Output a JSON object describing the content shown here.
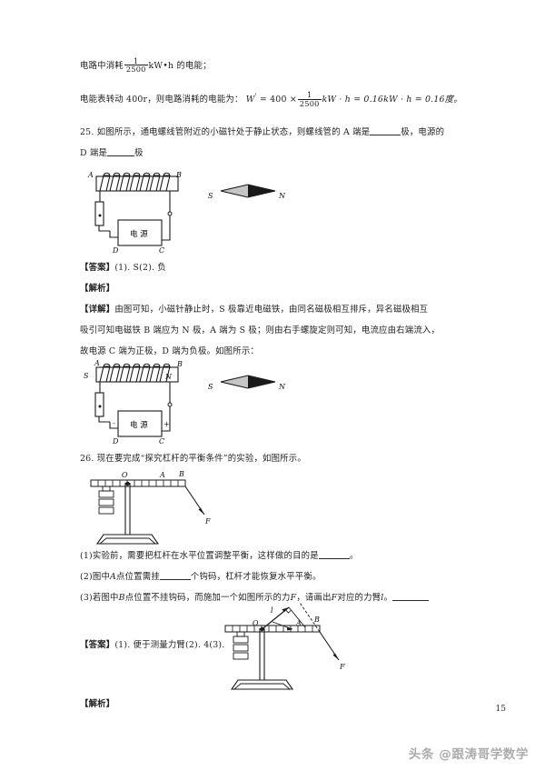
{
  "document": {
    "page_number": "15",
    "watermark": "头条 @跟涛哥学数学"
  },
  "content": {
    "line_energy_prefix": "电路中消耗",
    "frac1_num": "1",
    "frac1_den": "2500",
    "line_energy_suffix": "kW•h 的电能；",
    "line_meter_prefix": "电能表转动 400r，则电路消耗的电能为：",
    "formula_w": "W",
    "formula_prime": "'",
    "formula_eq1": "= 400 ×",
    "frac2_num": "1",
    "frac2_den": "2500",
    "formula_tail": "kW · h = 0.16kW · h = 0.16度。",
    "q25_part1": "25. 如图所示，通电螺线管附近的小磁针处于静止状态，则螺线管的 A 端是",
    "q25_part2": "极，电源的",
    "q25_part3": "D 端是",
    "q25_part4": "极",
    "answer25_label": "【答案】",
    "answer25_text": "(1). S(2). 负",
    "analysis_label": "【解析】",
    "detail_label": "【详解】",
    "detail_l1": "由图可知，小磁针静止时，S 极靠近电磁铁，由同名磁极相互排斥，异名磁极相互",
    "detail_l2": "吸引可知电磁铁 B 端应为 N 极，A 端为 S 极；则由右手螺旋定则可知，电流应由右端流入，",
    "detail_l3": "故电源 C 端为正极，D 端为负极。如图所示：",
    "q26": "26. 现在要完成“探究杠杆的平衡条件”的实验，如图所示。",
    "q26_1_a": "(1)实验前，需要把杠杆在水平位置调整平衡，这样做的目的是",
    "q26_1_b": "。",
    "q26_2_a": "(2)图中",
    "q26_2_ital": "A",
    "q26_2_b": "点位置需挂",
    "q26_2_c": "个钩码，杠杆才能恢复水平平衡。",
    "q26_3_a": "(3)若图中",
    "q26_3_ital_b": "B",
    "q26_3_b": "点位置不挂钩码，而施加一个如图所示的力",
    "q26_3_ital_f": "F",
    "q26_3_c": "，请画出",
    "q26_3_ital_f2": "F",
    "q26_3_d": "对应的力臂",
    "q26_3_ital_l": "l",
    "q26_3_e": "。",
    "answer26_label": "【答案】",
    "answer26_text": "(1). 便于测量力臂(2). 4(3).",
    "analysis26_label": "【解析】"
  },
  "figures": {
    "solenoid_q25": {
      "label_A": "A",
      "label_B": "B",
      "label_C": "C",
      "label_D": "D",
      "label_source": "电 源",
      "compass_S": "S",
      "compass_N": "N"
    },
    "solenoid_answer": {
      "label_A": "A",
      "label_B": "B",
      "label_C": "C",
      "label_D": "D",
      "label_source": "电 源",
      "label_pole_S": "S",
      "label_pole_N": "N",
      "label_minus": "-",
      "label_plus": "+",
      "compass_S": "S",
      "compass_N": "N"
    },
    "lever_q26": {
      "label_O": "O",
      "label_A": "A",
      "label_B": "B",
      "label_F": "F"
    },
    "lever_answer": {
      "label_O": "O",
      "label_A": "A",
      "label_B": "B",
      "label_F": "F",
      "label_l": "l"
    }
  },
  "colors": {
    "ink": "#1a1a1a",
    "paper": "#ffffff",
    "watermark": "#9a9a9a"
  }
}
